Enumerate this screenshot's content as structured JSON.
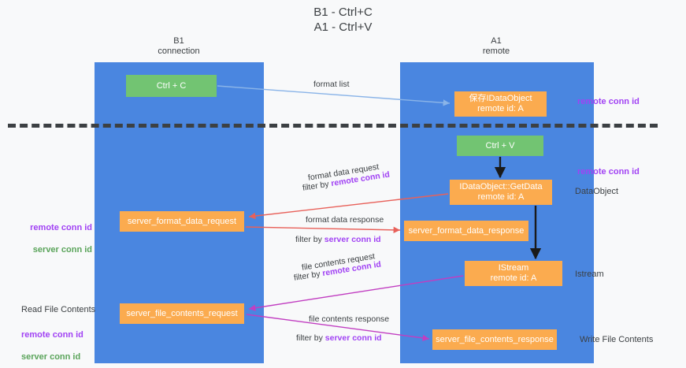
{
  "title": "B1 - Ctrl+C\nA1 - Ctrl+V",
  "columns": {
    "left": {
      "name": "B1",
      "role": "connection",
      "header": "B1\nconnection"
    },
    "right": {
      "name": "A1",
      "role": "remote",
      "header": "A1\nremote"
    }
  },
  "boxes": {
    "ctrl_c": {
      "label": "Ctrl + C",
      "color": "#72c472",
      "column": "B1"
    },
    "save_idataobject": {
      "label": "保存IDataObject\nremote id: A",
      "color": "#fbab4f",
      "column": "A1"
    },
    "ctrl_v": {
      "label": "Ctrl + V",
      "color": "#72c472",
      "column": "A1"
    },
    "idataobject_getdata": {
      "label": "IDataObject::GetData\nremote id: A",
      "color": "#fbab4f",
      "column": "A1"
    },
    "server_format_data_request": {
      "label": "server_format_data_request",
      "color": "#fbab4f",
      "column": "B1"
    },
    "server_format_data_response": {
      "label": "server_format_data_response",
      "color": "#fbab4f",
      "column": "A1"
    },
    "istream": {
      "label": "IStream\nremote id: A",
      "color": "#fbab4f",
      "column": "A1"
    },
    "server_file_contents_request": {
      "label": "server_file_contents_request",
      "color": "#fbab4f",
      "column": "B1"
    },
    "server_file_contents_response": {
      "label": "server_file_contents_response",
      "color": "#fbab4f",
      "column": "A1"
    }
  },
  "edge_labels": {
    "format_list": "format list",
    "format_data_request": "format data request",
    "format_data_request_filter_prefix": "filter by ",
    "format_data_request_filter_key": "remote conn id",
    "format_data_response": "format data response",
    "format_data_response_filter_prefix": "filter by ",
    "format_data_response_filter_key": "server conn id",
    "file_contents_request": "file contents request",
    "file_contents_request_filter_prefix": "filter by ",
    "file_contents_request_filter_key": "remote conn id",
    "file_contents_response": "file contents response",
    "file_contents_response_filter_prefix": "filter by ",
    "file_contents_response_filter_key": "server conn id"
  },
  "side_labels": {
    "right_remote_conn_id_top": "remote conn id",
    "right_remote_conn_id_mid": "remote conn id",
    "right_dataobject": "DataObject",
    "right_istream": "Istream",
    "right_write_file_contents": "Write File Contents",
    "left_ids_mid": "remote conn id\nserver conn id",
    "left_read_file_contents": "Read File Contents",
    "left_ids_bottom": "remote conn id\nserver conn id"
  },
  "colors": {
    "column_blue": "#4a86e0",
    "box_green": "#72c472",
    "box_orange": "#fbab4f",
    "remote_conn_id_purple": "#a142f4",
    "server_conn_id_green": "#5aa45a",
    "arrow_light_blue": "#8ab4e8",
    "arrow_red": "#e8615a",
    "arrow_black": "#1a1a1a",
    "arrow_magenta": "#c13ec1",
    "background": "#f8f9fa",
    "dashed_line": "#3c4043"
  }
}
